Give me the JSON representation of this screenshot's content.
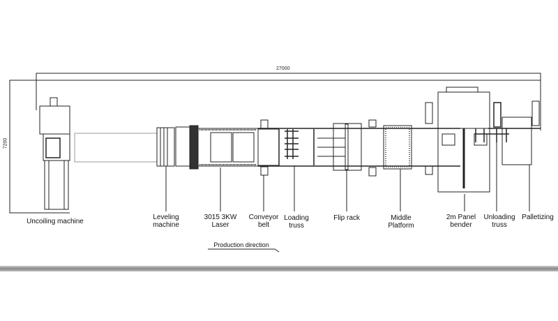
{
  "dimensions": {
    "length": "27000",
    "width": "7200"
  },
  "labels": {
    "uncoiling": "Uncoiling machine",
    "leveling": [
      "Leveling",
      "machine"
    ],
    "laser": [
      "3015 3KW",
      "Laser"
    ],
    "conveyor": [
      "Conveyor",
      "belt"
    ],
    "loading": [
      "Loading",
      "truss"
    ],
    "flip": "Flip rack",
    "middle": [
      "Middle",
      "Platform"
    ],
    "bender": [
      "2m Panel",
      "bender"
    ],
    "unloading": [
      "Unloading",
      "truss"
    ],
    "palletizing": "Palletizing"
  },
  "production_direction": "Production direction"
}
